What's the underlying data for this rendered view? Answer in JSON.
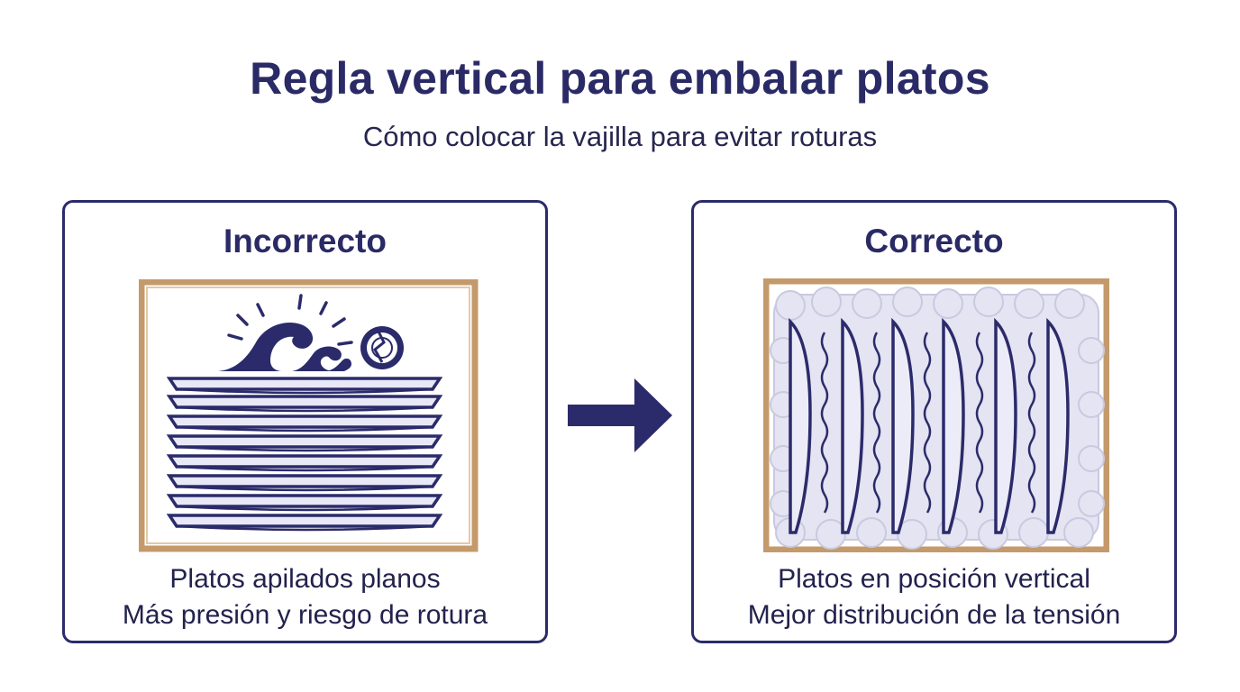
{
  "title": "Regla vertical para embalar platos",
  "subtitle": "Cómo colocar la vajilla para evitar roturas",
  "panels": {
    "incorrect": {
      "heading": "Incorrecto",
      "caption_line1": "Platos apilados planos",
      "caption_line2": "Más presión y riesgo de rotura"
    },
    "correct": {
      "heading": "Correcto",
      "caption_line1": "Platos en posición vertical",
      "caption_line2": "Mejor distribución de la tensión"
    }
  },
  "colors": {
    "navy": "#2b2b6b",
    "box_wood": "#c49a6c",
    "plate_fill": "#e8e8f6",
    "bubble_wrap": "#e4e4f2"
  },
  "icons": [
    "wave-icon",
    "sun-rays-icon",
    "broken-plate-icon",
    "right-arrow-icon"
  ]
}
